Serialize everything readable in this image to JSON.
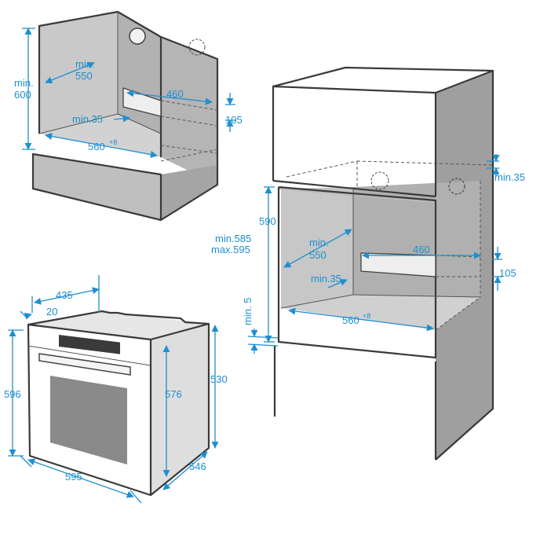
{
  "cabinet_under_counter": {
    "height_label": "min.\n600",
    "depth_label": "min.\n550",
    "vent_width_label": "460",
    "vent_height_label": "105",
    "back_gap_label": "min.35",
    "width_label": "560",
    "width_tolerance": "+8"
  },
  "cabinet_tall": {
    "top_gap_label": "min.35",
    "depth_label": "min.\n550",
    "vent_width_label": "460",
    "vent_height_label": "105",
    "back_gap_label": "min.35",
    "width_label": "560",
    "width_tolerance": "+8",
    "height_label": "590",
    "range_label": "min.585\nmax.595",
    "bottom_gap_label": "min. 5"
  },
  "oven": {
    "control_depth_label": "435",
    "panel_depth_label": "20",
    "total_height_label": "596",
    "body_height_label": "576",
    "rear_height_label": "530",
    "width_label": "595",
    "depth_label": "546"
  },
  "colors": {
    "dimension": "#1e8fd0",
    "wall": "#c8c8c8",
    "wall_dark": "#a9a9a9",
    "outline": "#3a3a3a"
  }
}
